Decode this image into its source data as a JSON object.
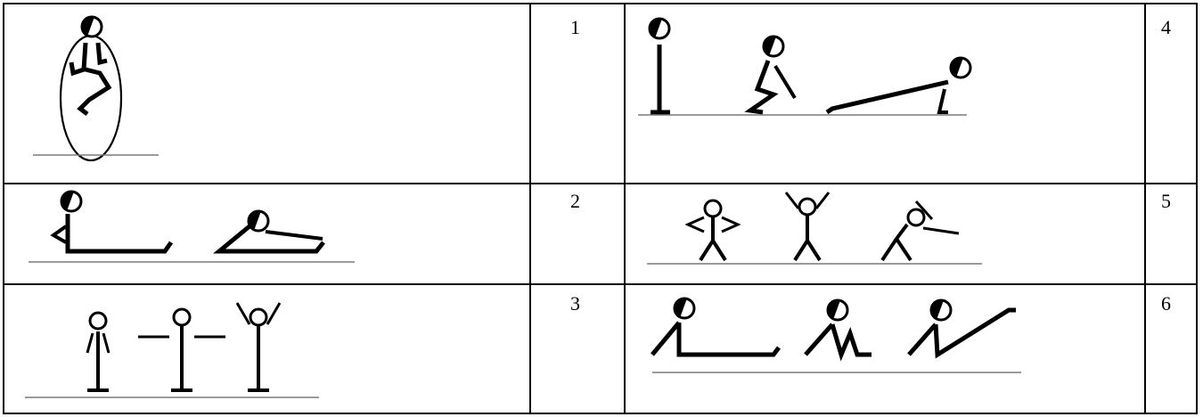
{
  "rows": [
    {
      "left_number": "1",
      "right_number": "4"
    },
    {
      "left_number": "2",
      "right_number": "5"
    },
    {
      "left_number": "3",
      "right_number": "6"
    }
  ],
  "colors": {
    "line": "#000000",
    "floor": "#7a7a7a",
    "background": "#ffffff"
  }
}
